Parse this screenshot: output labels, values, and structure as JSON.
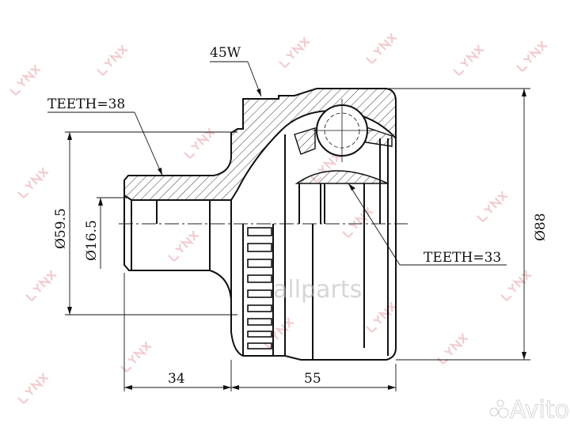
{
  "watermarks": {
    "brand": "LYNX",
    "site": "allparts",
    "marketplace": "Avito"
  },
  "labels": {
    "seal_type": "45W",
    "outer_teeth": "TEETH=38",
    "inner_teeth": "TEETH=33",
    "diameter_outer_stub": "Ø59.5",
    "diameter_inner_stub": "Ø16.5",
    "diameter_housing": "Ø88",
    "length_stub": "34",
    "length_housing": "55"
  }
}
